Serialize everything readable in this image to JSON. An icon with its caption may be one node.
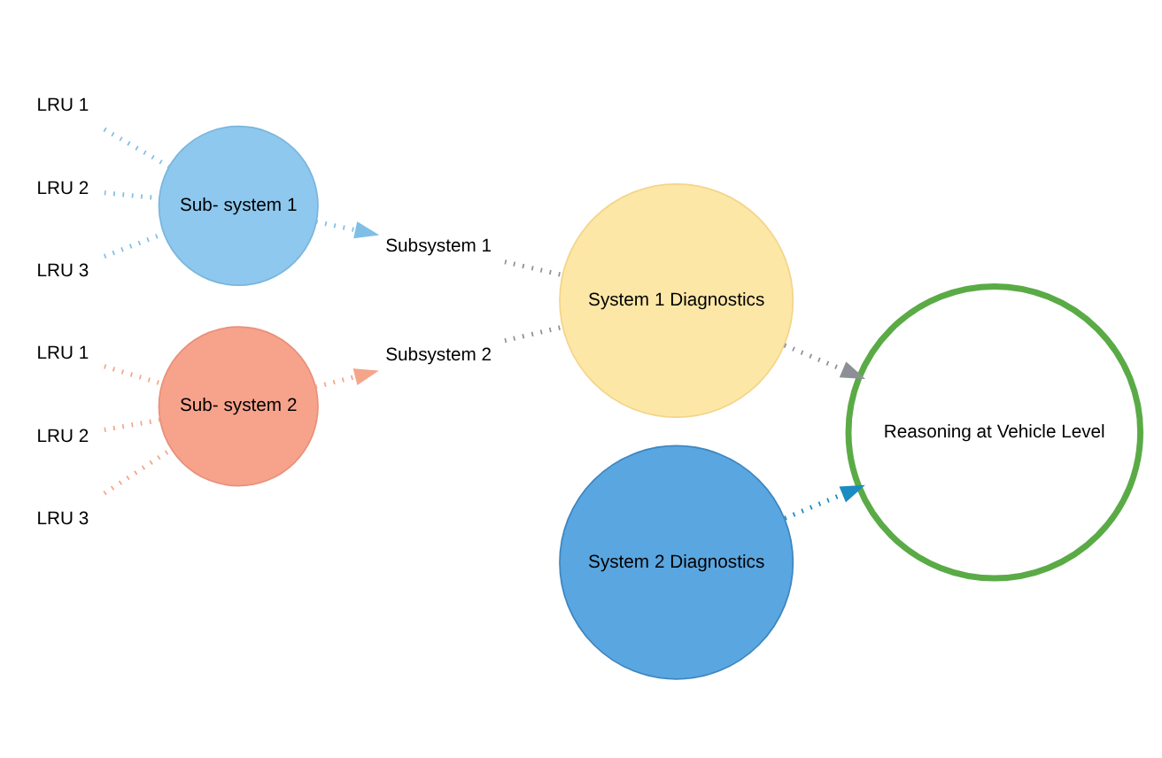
{
  "diagram": {
    "nodes": [
      {
        "text": [
          "LRU 1"
        ]
      },
      {
        "text": [
          "LRU 2"
        ]
      },
      {
        "text": [
          "LRU 3"
        ]
      },
      {
        "text": [
          "Sub- system 1"
        ]
      },
      {
        "text": [
          "LRU 1"
        ]
      },
      {
        "text": [
          "LRU 2"
        ]
      },
      {
        "text": [
          "LRU 3"
        ]
      },
      {
        "text": [
          "Sub- system 2"
        ]
      },
      {
        "text": [
          "Subsystem 1"
        ]
      },
      {
        "text": [
          "Subsystem 2"
        ]
      },
      {
        "text": [
          "System 1 Diagnostics"
        ]
      },
      {
        "text": [
          "Reasoning at Vehicle Level"
        ]
      },
      {
        "text": [
          "System 2 Diagnostics"
        ]
      }
    ],
    "edges": [
      {
        "from": 0,
        "to": 3,
        "arrow": "none",
        "color": "#7fbfe6"
      },
      {
        "from": 1,
        "to": 3,
        "arrow": "none",
        "color": "#7fbfe6"
      },
      {
        "from": 2,
        "to": 3,
        "arrow": "none",
        "color": "#7fbfe6"
      },
      {
        "from": 3,
        "to": 8,
        "arrow": "to",
        "color": "#7fbfe6"
      },
      {
        "from": 4,
        "to": 7,
        "arrow": "none",
        "color": "#f4a58a"
      },
      {
        "from": 5,
        "to": 7,
        "arrow": "none",
        "color": "#f4a58a"
      },
      {
        "from": 6,
        "to": 7,
        "arrow": "none",
        "color": "#f4a58a"
      },
      {
        "from": 7,
        "to": 9,
        "arrow": "to",
        "color": "#f4a58a"
      },
      {
        "from": 8,
        "to": 10,
        "arrow": "none",
        "color": "#8c9096"
      },
      {
        "from": 9,
        "to": 10,
        "arrow": "none",
        "color": "#8c9096"
      },
      {
        "from": 10,
        "to": 11,
        "arrow": "to",
        "color": "#8c9096"
      },
      {
        "from": 12,
        "to": 11,
        "arrow": "to",
        "color": "#1a8cc0"
      }
    ]
  }
}
